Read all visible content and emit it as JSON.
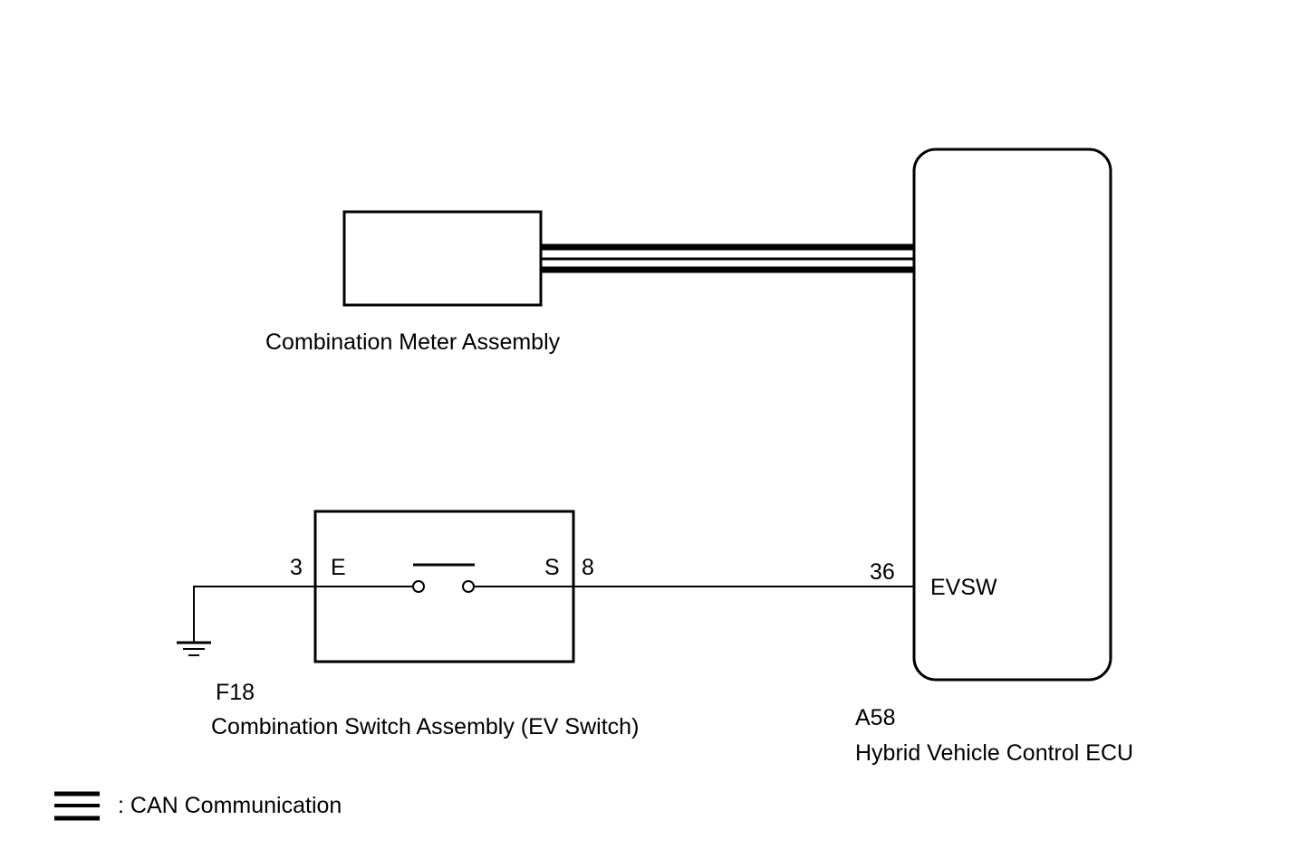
{
  "meter": {
    "name": "Combination Meter Assembly"
  },
  "ecu": {
    "connector": "A58",
    "name": "Hybrid Vehicle Control ECU",
    "pin_number": "36",
    "pin_name": "EVSW"
  },
  "switch": {
    "connector": "F18",
    "name": "Combination Switch Assembly (EV Switch)",
    "pin_left_number": "3",
    "pin_left_name": "E",
    "pin_right_name": "S",
    "pin_right_number": "8"
  },
  "legend": {
    "can_label": ": CAN Communication"
  },
  "colors": {
    "line": "#000000",
    "background": "#ffffff"
  }
}
